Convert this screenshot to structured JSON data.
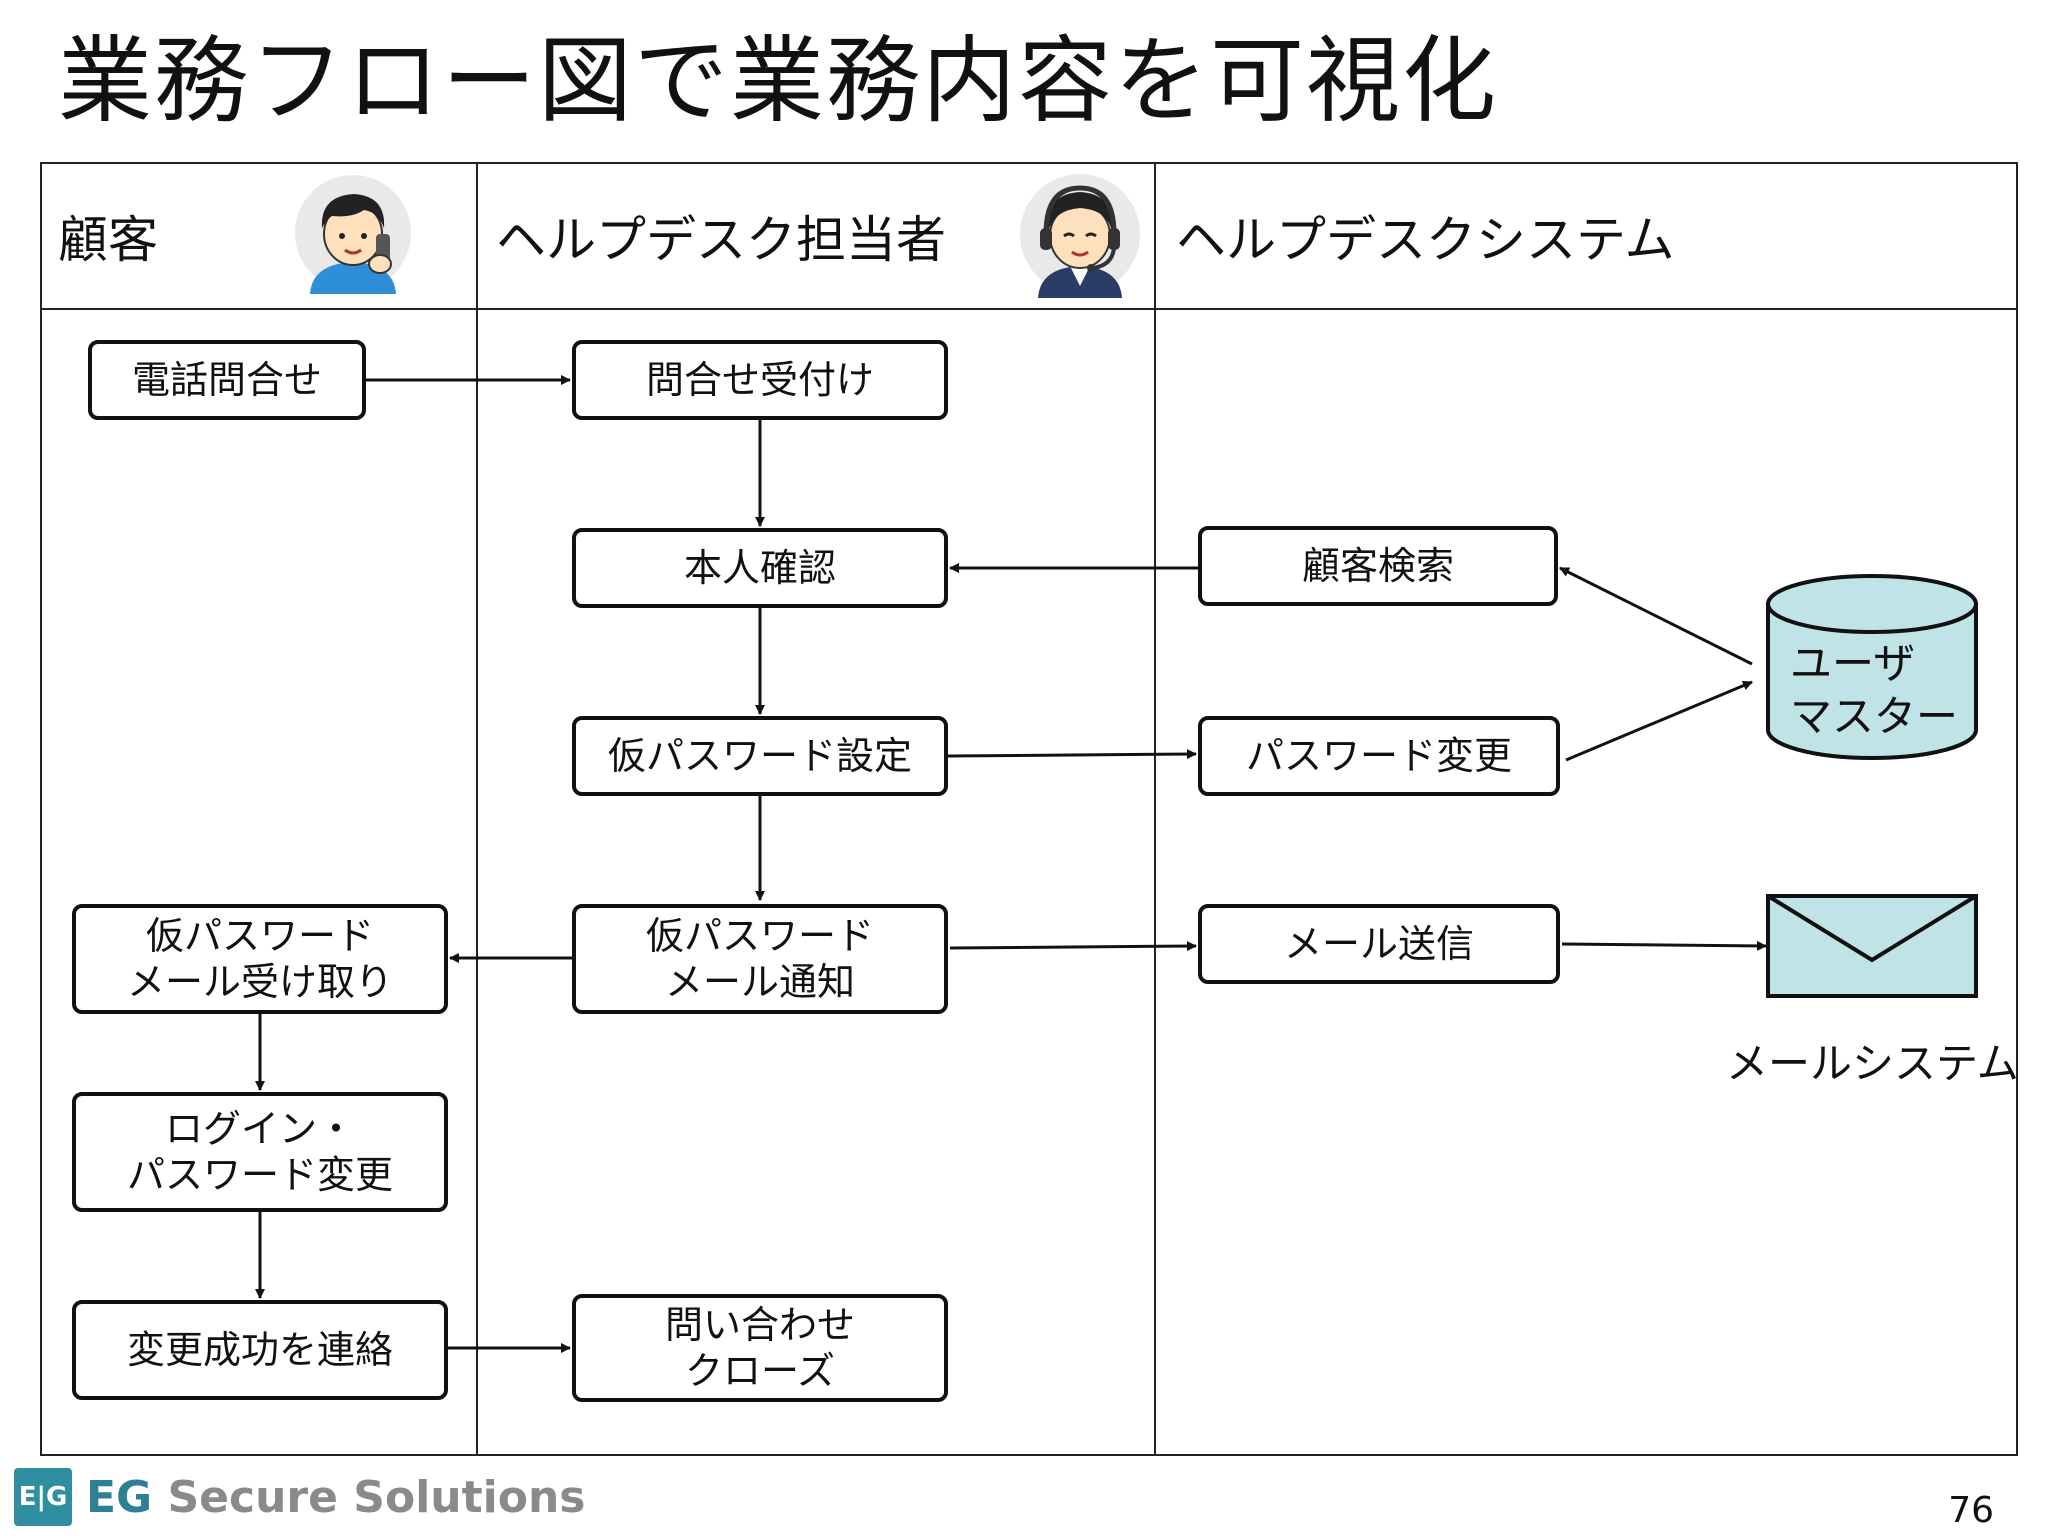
{
  "title": "業務フロー図で業務内容を可視化",
  "lanes": [
    {
      "label": "顧客",
      "icon": "customer-on-phone-avatar"
    },
    {
      "label": "ヘルプデスク担当者",
      "icon": "helpdesk-operator-headset-avatar"
    },
    {
      "label": "ヘルプデスクシステム"
    }
  ],
  "boxes": {
    "phone_inquiry": "電話問合せ",
    "inquiry_reception": "問合せ受付け",
    "identity_check": "本人確認",
    "customer_search": "顧客検索",
    "temp_password_set": "仮パスワード設定",
    "password_change_system": "パスワード変更",
    "temp_password_mail_receive": "仮パスワード\nメール受け取り",
    "temp_password_mail_notify": "仮パスワード\nメール通知",
    "mail_send": "メール送信",
    "login_password_change": "ログイン・\nパスワード変更",
    "change_success_contact": "変更成功を連絡",
    "inquiry_close": "問い合わせ\nクローズ"
  },
  "database": {
    "label": "ユーザ\nマスター",
    "fill": "#bfe3e6"
  },
  "mail_system": {
    "label": "メールシステム",
    "fill": "#bfe3e6",
    "icon": "envelope-icon"
  },
  "footer": {
    "logo_mark": "E|G",
    "logo_text_eg": "EG",
    "logo_text_rest": " Secure Solutions",
    "page_number": "76"
  }
}
